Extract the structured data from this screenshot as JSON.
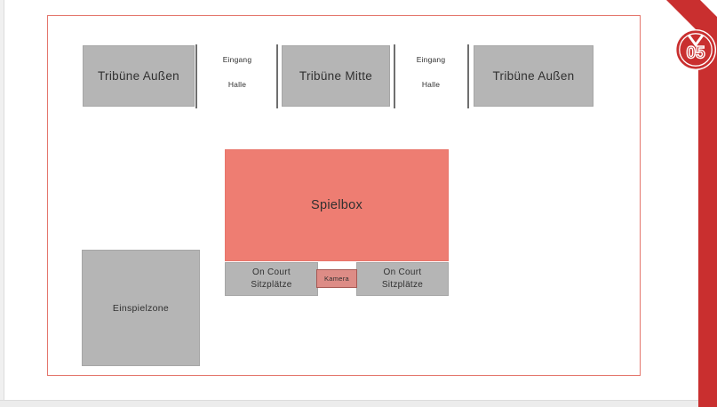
{
  "slide": {
    "background": "#ffffff",
    "edge_gray": "#ececec",
    "accent_red": "#c92f2f",
    "plan_outline_color": "#e4766c",
    "zone_gray": "#b5b5b5",
    "spielbox_fill": "#ee7d72",
    "camera_fill": "#dd8c86",
    "camera_border": "#a65853"
  },
  "plan": {
    "tribunes": [
      {
        "label": "Tribüne Außen"
      },
      {
        "label": "Tribüne Mitte"
      },
      {
        "label": "Tribüne Außen"
      }
    ],
    "entrances": [
      {
        "line1": "Eingang",
        "line2": "Halle"
      },
      {
        "line1": "Eingang",
        "line2": "Halle"
      }
    ],
    "spielbox": {
      "label": "Spielbox"
    },
    "on_court_left": {
      "line1": "On Court",
      "line2": "Sitzplätze"
    },
    "camera": {
      "label": "Kamera"
    },
    "on_court_right": {
      "line1": "On Court",
      "line2": "Sitzplätze"
    },
    "einspielzone": {
      "label": "Einspielzone"
    }
  },
  "logo": {
    "monogram": "05"
  }
}
